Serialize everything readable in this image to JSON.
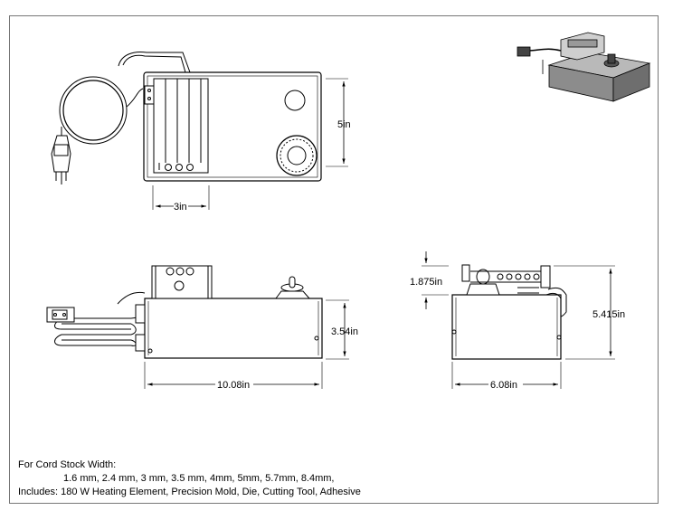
{
  "dimensions": {
    "top_view_height": "5in",
    "top_view_panel_width": "3in",
    "front_view_height": "3.54in",
    "front_view_width": "10.08in",
    "side_view_top_offset": "1.875in",
    "side_view_total_height": "5.415in",
    "side_view_width": "6.08in"
  },
  "notes": {
    "heading": "For Cord Stock Width:",
    "widths": "1.6 mm, 2.4 mm, 3 mm, 3.5 mm, 4mm, 5mm, 5.7mm, 8.4mm,",
    "includes": "Includes: 180 W Heating Element, Precision Mold, Die, Cutting Tool, Adhesive"
  }
}
